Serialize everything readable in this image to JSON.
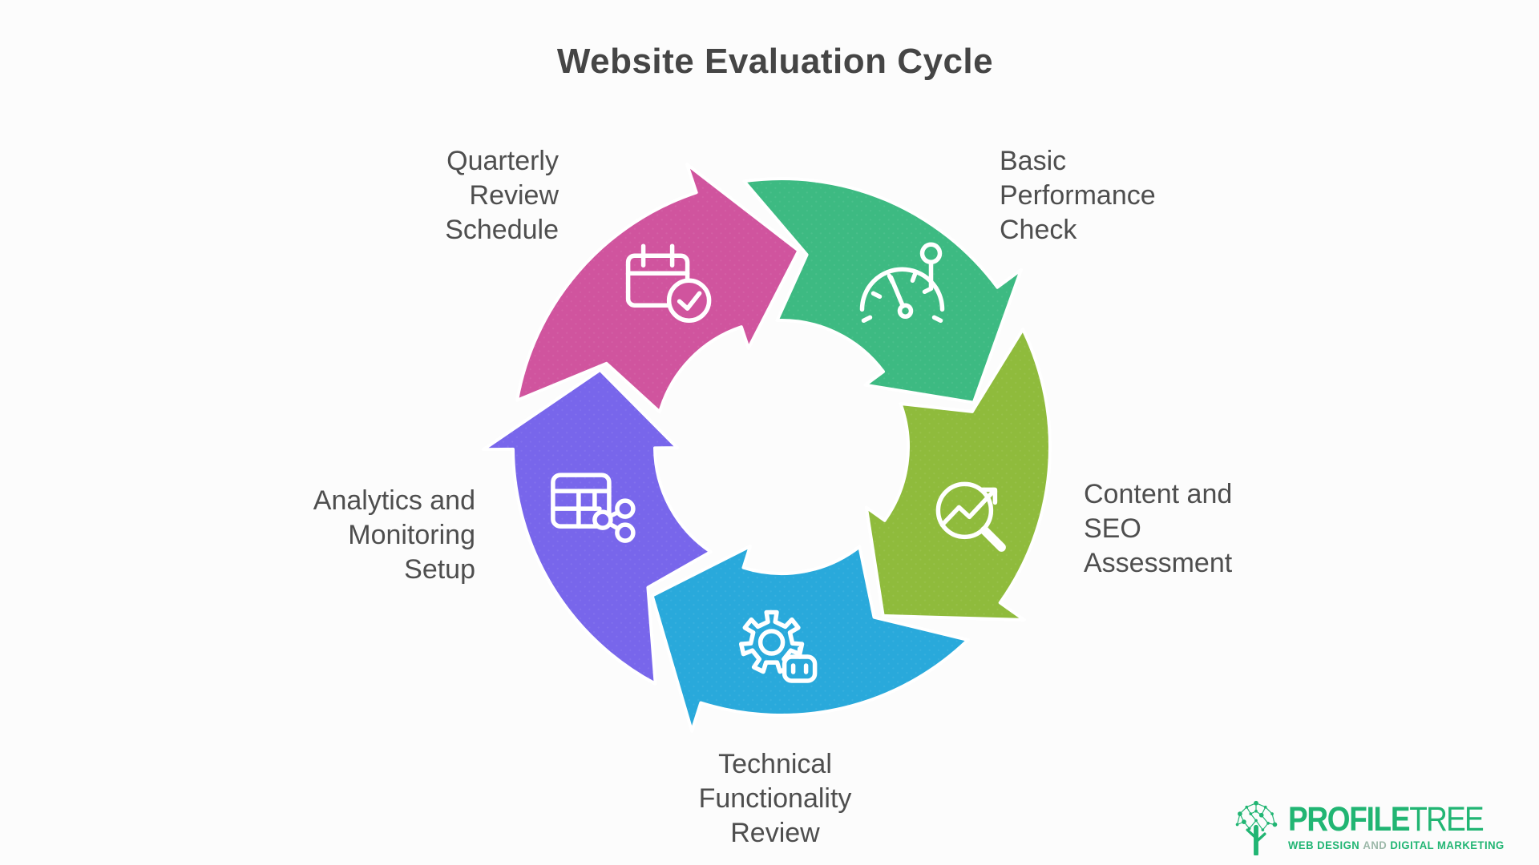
{
  "title": "Website Evaluation Cycle",
  "diagram": {
    "label_color": "#4e4e4e",
    "steps": [
      {
        "id": "quarterly-review-schedule",
        "lines": [
          "Quarterly",
          "Review",
          "Schedule"
        ],
        "color": "#d0549e",
        "icon": "calendar-check-icon"
      },
      {
        "id": "basic-performance-check",
        "lines": [
          "Basic",
          "Performance",
          "Check"
        ],
        "color": "#3dba82",
        "icon": "speedometer-icon"
      },
      {
        "id": "content-and-seo-assessment",
        "lines": [
          "Content and",
          "SEO",
          "Assessment"
        ],
        "color": "#8fbb3c",
        "icon": "search-trend-icon"
      },
      {
        "id": "technical-functionality-review",
        "lines": [
          "Technical",
          "Functionality",
          "Review"
        ],
        "color": "#29a9db",
        "icon": "gear-robot-icon"
      },
      {
        "id": "analytics-and-monitoring-setup",
        "lines": [
          "Analytics and",
          "Monitoring",
          "Setup"
        ],
        "color": "#7866eb",
        "icon": "table-share-icon"
      }
    ]
  },
  "logo": {
    "brand_bold": "PROFILE",
    "brand_light": "TREE",
    "tagline_web": "WEB DESIGN",
    "tagline_and": "AND",
    "tagline_marketing": "DIGITAL MARKETING",
    "color": "#21b573",
    "and_color": "#9cb8a9"
  }
}
